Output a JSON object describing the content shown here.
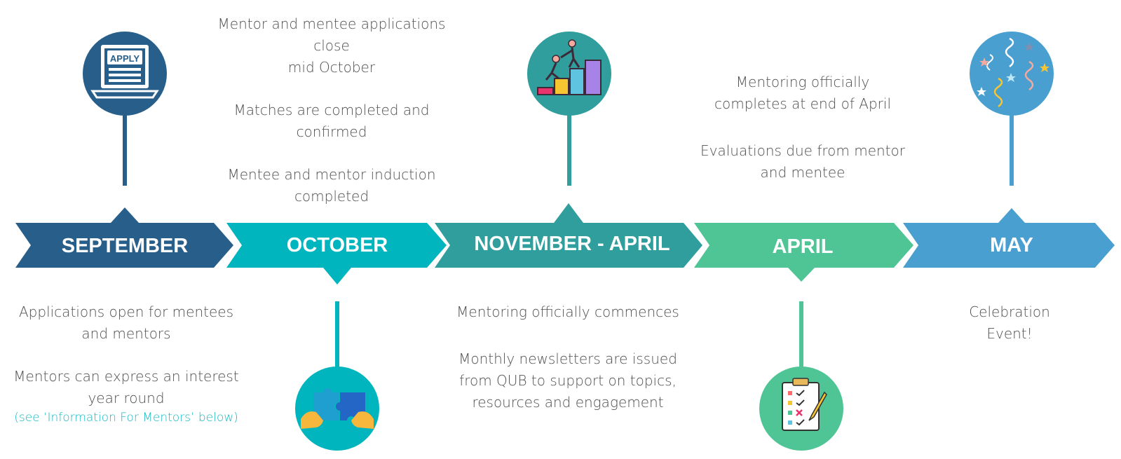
{
  "colors": {
    "september": "#285f8a",
    "october": "#00b5bd",
    "november_april": "#2f9e9c",
    "april": "#4fc596",
    "may": "#4a9fd1",
    "text": "#4f4f4f",
    "note": "#16b8bf"
  },
  "months": {
    "september": "SEPTEMBER",
    "october": "OCTOBER",
    "november_april": "NOVEMBER - APRIL",
    "april": "APRIL",
    "may": "MAY"
  },
  "icons": {
    "september": "apply-laptop-icon",
    "october": "puzzle-hands-icon",
    "november_april": "climbing-steps-icon",
    "april": "checklist-clipboard-icon",
    "may": "confetti-icon",
    "apply_text": "APPLY"
  },
  "september_text": {
    "line1": "Applications open for mentees",
    "line2": "and mentors",
    "line3": "Mentors can express an interest",
    "line4": "year round",
    "note": "(see ‘Information For Mentors’ below)"
  },
  "october_text": {
    "line1": "Mentor and mentee applications close",
    "line2": "mid October",
    "line3": "Matches are completed and",
    "line4": "confirmed",
    "line5": "Mentee and mentor induction",
    "line6": "completed"
  },
  "november_april_text": {
    "line1": "Mentoring officially commences",
    "line2": "Monthly newsletters are issued",
    "line3": "from QUB to support on topics,",
    "line4": "resources and engagement"
  },
  "april_text": {
    "line1": "Mentoring officially",
    "line2": "completes at end of April",
    "line3": "Evaluations due from mentor",
    "line4": "and mentee"
  },
  "may_text": {
    "line1": "Celebration",
    "line2": "Event!"
  }
}
